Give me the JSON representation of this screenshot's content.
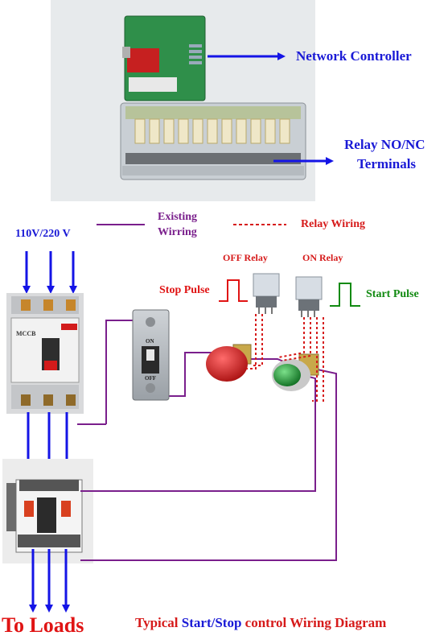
{
  "labels": {
    "network_controller": "Network Controller",
    "relay_terminals_line1": "Relay NO/NC",
    "relay_terminals_line2": "Terminals",
    "existing_wiring_line1": "Existing",
    "existing_wiring_line2": "Wirring",
    "relay_wiring": "Relay Wiring",
    "supply_voltage": "110V/220 V",
    "off_relay": "OFF Relay",
    "on_relay": "ON Relay",
    "stop_pulse": "Stop Pulse",
    "start_pulse": "Start Pulse",
    "to_loads": "To Loads",
    "mccb_brand": "MCCB",
    "breaker_on": "ON",
    "breaker_off": "OFF"
  },
  "footer": {
    "part1": "Typical ",
    "part2": "Start/Stop",
    "part3": " control Wiring Diagram"
  },
  "colors": {
    "arrow_blue": "#1414e6",
    "label_blue": "#1a1ad6",
    "existing_wire": "#7a1f8c",
    "relay_wire": "#d61a1a",
    "stop_red": "#e01414",
    "start_green": "#118a11",
    "board_green": "#2f8f4a"
  }
}
